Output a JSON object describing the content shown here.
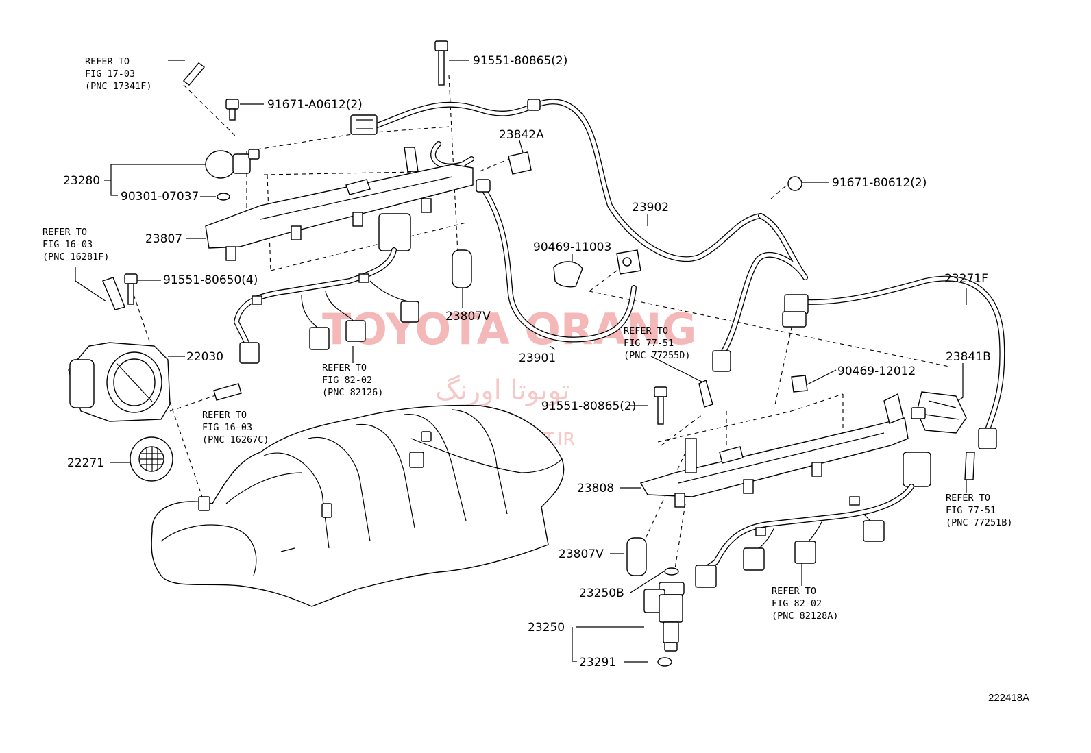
{
  "diagram": {
    "code": "222418A",
    "watermark": {
      "main": "TOYOTA ORANG",
      "farsi": "تویوتا اورنگ",
      "site": "TOYOTAPART.IR"
    },
    "parts": {
      "p91551_80865_top": "91551-80865(2)",
      "p91671_a0612": "91671-A0612(2)",
      "p23280": "23280",
      "p90301_07037": "90301-07037",
      "p23807": "23807",
      "p23842a": "23842A",
      "p23902": "23902",
      "p91671_80612": "91671-80612(2)",
      "p90469_11003": "90469-11003",
      "p91551_80650": "91551-80650(4)",
      "p23807v_top": "23807V",
      "p23271f": "23271F",
      "p22030": "22030",
      "p23901": "23901",
      "p23841b": "23841B",
      "p90469_12012": "90469-12012",
      "p91551_80865_mid": "91551-80865(2)",
      "p22271": "22271",
      "p23808": "23808",
      "p23807v_bot": "23807V",
      "p23250b": "23250B",
      "p23250": "23250",
      "p23291": "23291"
    },
    "refs": {
      "r1": [
        "REFER TO",
        "FIG 17-03",
        "(PNC 17341F)"
      ],
      "r2": [
        "REFER TO",
        "FIG 16-03",
        "(PNC 16281F)"
      ],
      "r3": [
        "REFER TO",
        "FIG 82-02",
        "(PNC 82126)"
      ],
      "r4": [
        "REFER TO",
        "FIG 77-51",
        "(PNC 77255D)"
      ],
      "r5": [
        "REFER TO",
        "FIG 16-03",
        "(PNC 16267C)"
      ],
      "r6": [
        "REFER TO",
        "FIG 77-51",
        "(PNC 77251B)"
      ],
      "r7": [
        "REFER TO",
        "FIG 82-02",
        "(PNC 82128A)"
      ]
    }
  }
}
